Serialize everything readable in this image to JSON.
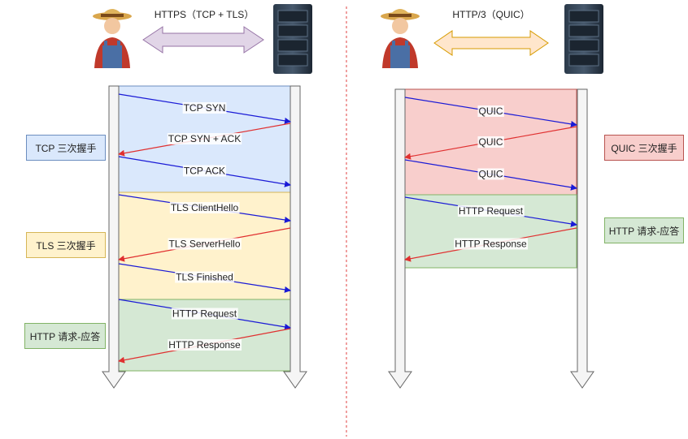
{
  "left": {
    "title": "HTTPS（TCP + TLS）",
    "phases": [
      {
        "label": "TCP 三次握手",
        "fill": "#dae8fc",
        "border": "#6c8ebf"
      },
      {
        "label": "TLS 三次握手",
        "fill": "#fff2cc",
        "border": "#d6b656"
      },
      {
        "label": "HTTP 请求-应答",
        "fill": "#d5e8d4",
        "border": "#82b366"
      }
    ],
    "messages": [
      {
        "label": "TCP SYN",
        "dir": "to-server"
      },
      {
        "label": "TCP SYN + ACK",
        "dir": "to-client"
      },
      {
        "label": "TCP ACK",
        "dir": "to-server"
      },
      {
        "label": "TLS ClientHello",
        "dir": "to-server"
      },
      {
        "label": "TLS ServerHello",
        "dir": "to-client"
      },
      {
        "label": "TLS Finished",
        "dir": "to-server"
      },
      {
        "label": "HTTP Request",
        "dir": "to-server"
      },
      {
        "label": "HTTP Response",
        "dir": "to-client"
      }
    ]
  },
  "right": {
    "title": "HTTP/3（QUIC）",
    "phases": [
      {
        "label": "QUIC 三次握手",
        "fill": "#f8cecc",
        "border": "#b85450"
      },
      {
        "label": "HTTP 请求-应答",
        "fill": "#d5e8d4",
        "border": "#82b366"
      }
    ],
    "messages": [
      {
        "label": "QUIC",
        "dir": "to-server"
      },
      {
        "label": "QUIC",
        "dir": "to-client"
      },
      {
        "label": "QUIC",
        "dir": "to-server"
      },
      {
        "label": "HTTP Request",
        "dir": "to-server"
      },
      {
        "label": "HTTP Response",
        "dir": "to-client"
      }
    ]
  },
  "colors": {
    "to_server_arrow": "#1a1ad6",
    "to_client_arrow": "#e03030",
    "double_arrow_left": "#e1d5e7",
    "double_arrow_left_border": "#9673a6",
    "double_arrow_right": "#ffe6cc",
    "double_arrow_right_border": "#d79b00",
    "divider": "#e04040"
  },
  "icons": [
    "farmer-client-icon",
    "server-rack-icon"
  ]
}
